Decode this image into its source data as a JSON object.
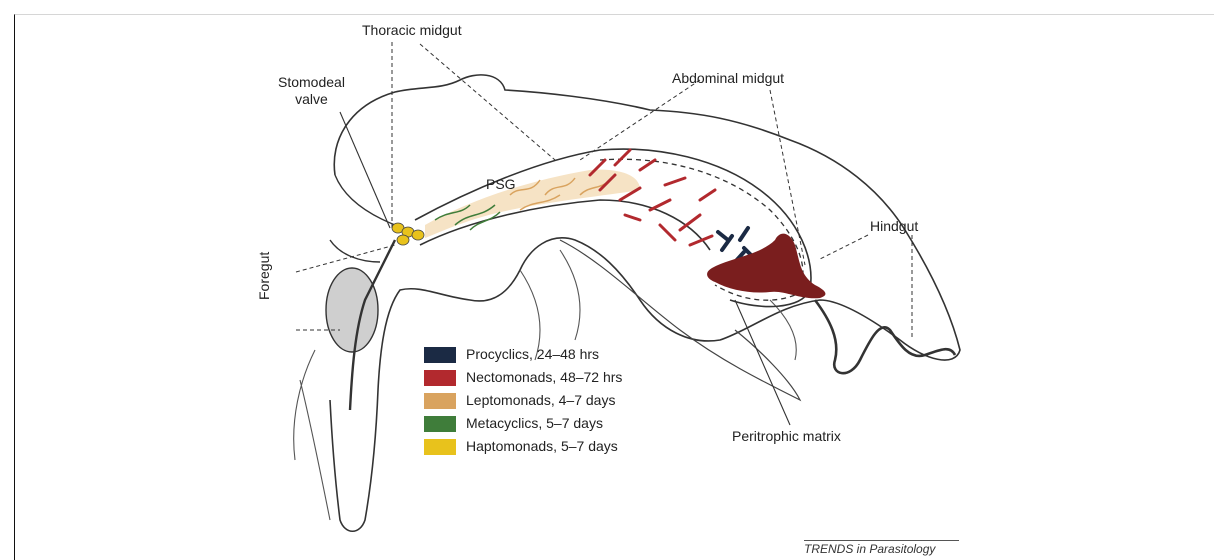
{
  "labels": {
    "thoracic_midgut": "Thoracic midgut",
    "stomodeal_valve": "Stomodeal\nvalve",
    "abdominal_midgut": "Abdominal midgut",
    "psg": "PSG",
    "hindgut": "Hindgut",
    "foregut": "Foregut",
    "peritrophic_matrix": "Peritrophic matrix"
  },
  "legend": [
    {
      "label": "Procyclics, 24–48 hrs",
      "color": "#1b2a44"
    },
    {
      "label": "Nectomonads, 48–72 hrs",
      "color": "#b2292e"
    },
    {
      "label": "Leptomonads, 4–7 days",
      "color": "#d9a35f"
    },
    {
      "label": "Metacyclics, 5–7 days",
      "color": "#3f7d3a"
    },
    {
      "label": "Haptomonads, 5–7 days",
      "color": "#e8c21c"
    }
  ],
  "credit": "TRENDS in Parasitology"
}
